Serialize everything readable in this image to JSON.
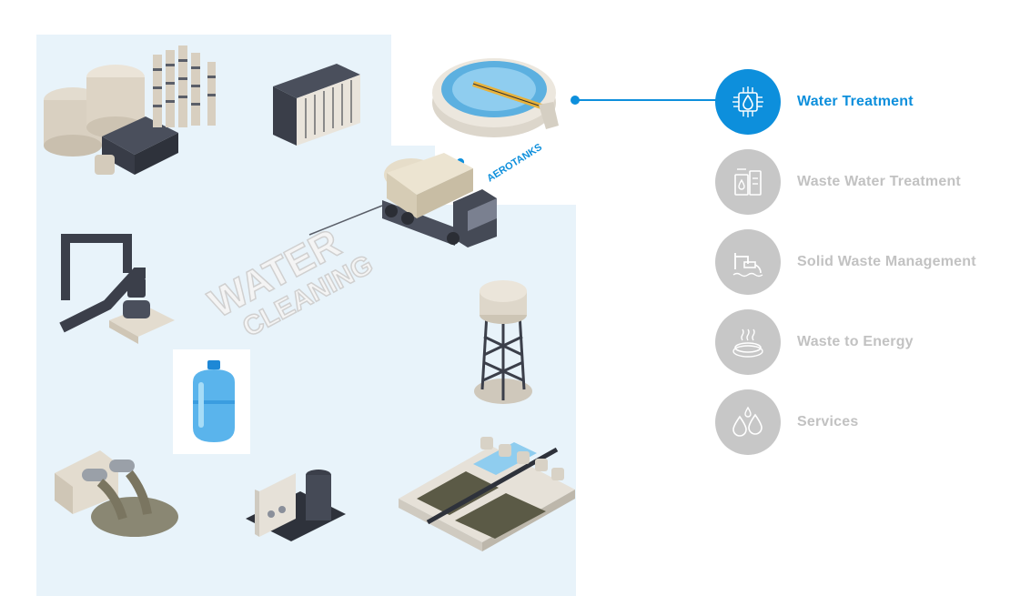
{
  "scene": {
    "watermark_line1": "WATER",
    "watermark_line2": "CLEANING",
    "aerotanks_label": "AEROTANKS"
  },
  "menu": {
    "items": [
      {
        "label": "Water Treatment",
        "icon": "water-treatment-chip-icon",
        "active": true
      },
      {
        "label": "Waste Water Treatment",
        "icon": "lab-containers-icon",
        "active": false
      },
      {
        "label": "Solid Waste Management",
        "icon": "pipe-outflow-icon",
        "active": false
      },
      {
        "label": "Waste to Energy",
        "icon": "steam-pot-icon",
        "active": false
      },
      {
        "label": "Services",
        "icon": "water-drops-icon",
        "active": false
      }
    ]
  },
  "colors": {
    "accent": "#0d8fdc",
    "inactive": "#c7c7c7",
    "scene_bg": "#e8f3fa"
  }
}
